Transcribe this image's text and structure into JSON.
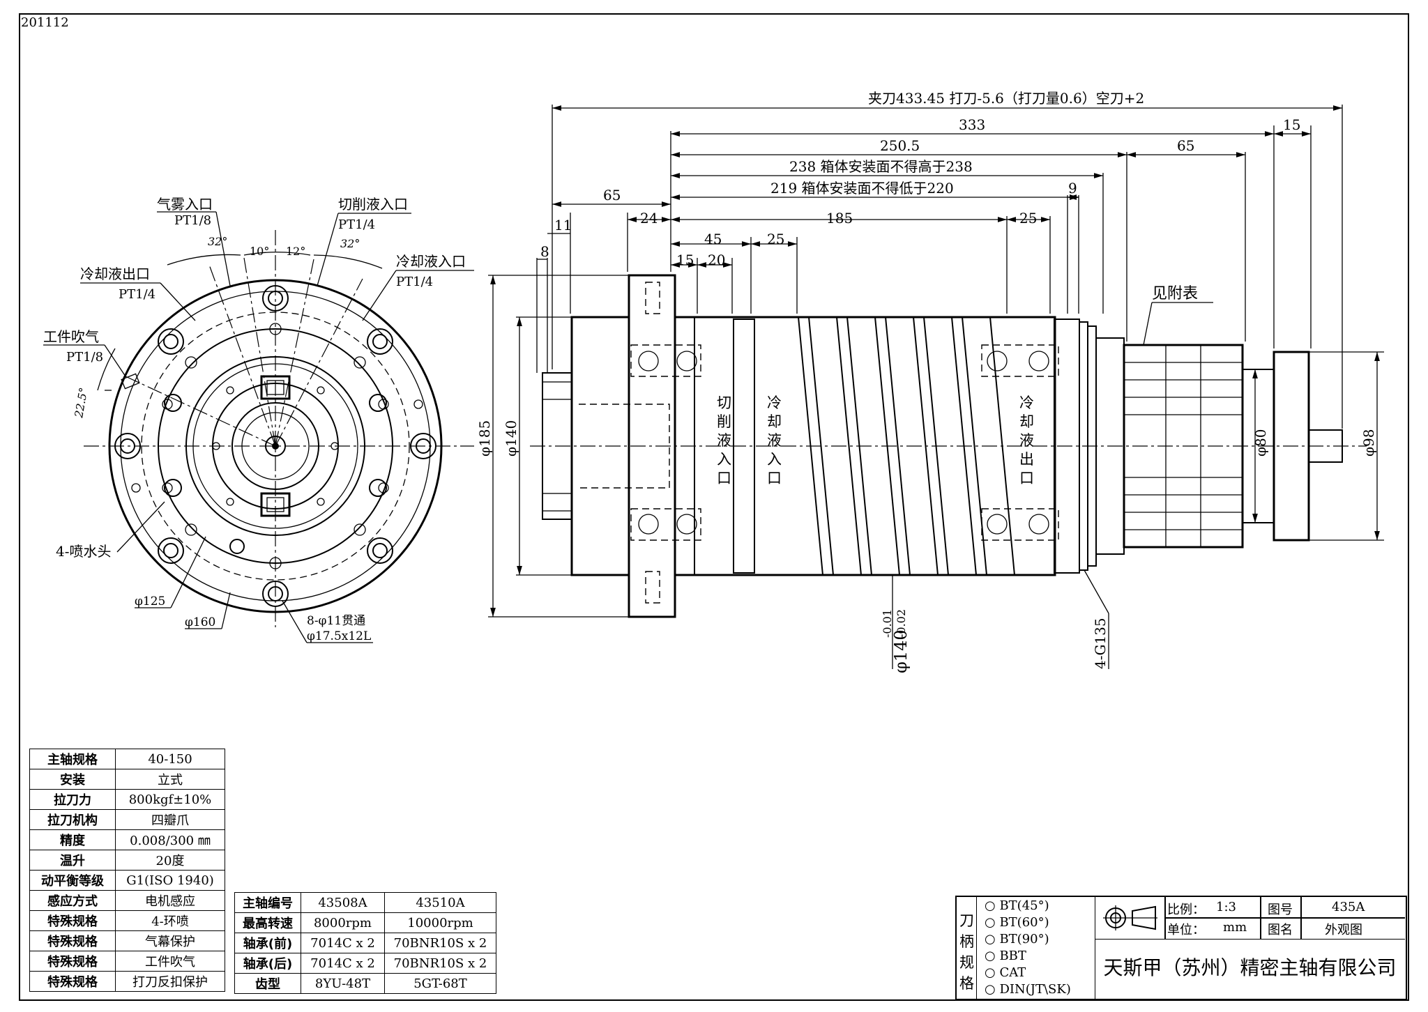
{
  "drawing": {
    "code": "201112",
    "overall_dims": {
      "top_note": "夹刀433.45 打刀-5.6（打刀量0.6）空刀+2",
      "d333": "333",
      "d15": "15",
      "d250_5": "250.5",
      "d65_right": "65",
      "d238_note": "238 箱体安装面不得高于238",
      "d219_note": "219 箱体安装面不得低于220",
      "d9": "9",
      "d65_left": "65",
      "d11": "11",
      "d24": "24",
      "d185": "185",
      "d25_right": "25",
      "d8": "8",
      "d45": "45",
      "d25": "25",
      "d15_small": "15",
      "d20": "20"
    },
    "side_labels": {
      "see_table": "见附表",
      "phi185": "φ185",
      "phi140": "φ140",
      "phi80": "φ80",
      "phi98": "φ98",
      "phi140_tol": "φ140",
      "tol_upper": "-0.01",
      "tol_lower": "-0.02",
      "g135": "4-G135",
      "cutting_in": [
        "切",
        "削",
        "液",
        "入",
        "口"
      ],
      "cooling_in": [
        "冷",
        "却",
        "液",
        "入",
        "口"
      ],
      "cooling_out": [
        "冷",
        "却",
        "液",
        "出",
        "口"
      ]
    },
    "front_labels": {
      "mist_inlet": "气雾入口",
      "mist_pt": "PT1/8",
      "cut_inlet": "切削液入口",
      "cut_pt": "PT1/4",
      "cool_inlet": "冷却液入口",
      "cool_in_pt": "PT1/4",
      "cool_outlet": "冷却液出口",
      "cool_out_pt": "PT1/4",
      "work_air": "工件吹气",
      "work_air_pt": "PT1/8",
      "a32_left": "32°",
      "a10": "10°",
      "a12": "12°",
      "a32_right": "32°",
      "a22_5": "22.5°",
      "nozzles": "4-喷水头",
      "phi125": "φ125",
      "phi160": "φ160",
      "holes": "8-φ11贯通",
      "counterbore": "φ17.5x12L"
    }
  },
  "spec_table": [
    {
      "label": "主轴规格",
      "value": "40-150"
    },
    {
      "label": "安装",
      "value": "立式"
    },
    {
      "label": "拉刀力",
      "value": "800kgf±10%"
    },
    {
      "label": "拉刀机构",
      "value": "四瓣爪"
    },
    {
      "label": "精度",
      "value": "0.008/300 ㎜"
    },
    {
      "label": "温升",
      "value": "20度"
    },
    {
      "label": "动平衡等级",
      "value": "G1(ISO 1940)"
    },
    {
      "label": "感应方式",
      "value": "电机感应"
    },
    {
      "label": "特殊规格",
      "value": "4-环喷"
    },
    {
      "label": "特殊规格",
      "value": "气幕保护"
    },
    {
      "label": "特殊规格",
      "value": "工件吹气"
    },
    {
      "label": "特殊规格",
      "value": "打刀反扣保护"
    }
  ],
  "model_table": [
    {
      "label": "主轴编号",
      "a": "43508A",
      "b": "43510A"
    },
    {
      "label": "最高转速",
      "a": "8000rpm",
      "b": "10000rpm"
    },
    {
      "label": "轴承(前)",
      "a": "7014C x 2",
      "b": "70BNR10S x 2"
    },
    {
      "label": "轴承(后)",
      "a": "7014C x 2",
      "b": "70BNR10S x 2"
    },
    {
      "label": "齿型",
      "a": "8YU-48T",
      "b": "5GT-68T"
    }
  ],
  "title_block": {
    "holder_label_chars": [
      "刀",
      "柄",
      "规",
      "格"
    ],
    "holder_options": [
      "BT(45°)",
      "BT(60°)",
      "BT(90°)",
      "BBT",
      "CAT",
      "DIN(JT\\SK)"
    ],
    "scale_label": "比例：",
    "scale_value": "1:3",
    "unit_label": "单位：",
    "unit_value": "mm",
    "drawing_no_label": "图号",
    "drawing_no_value": "435A",
    "drawing_name_label": "图名",
    "drawing_name_value": "外观图",
    "company": "天斯甲（苏州）精密主轴有限公司"
  }
}
